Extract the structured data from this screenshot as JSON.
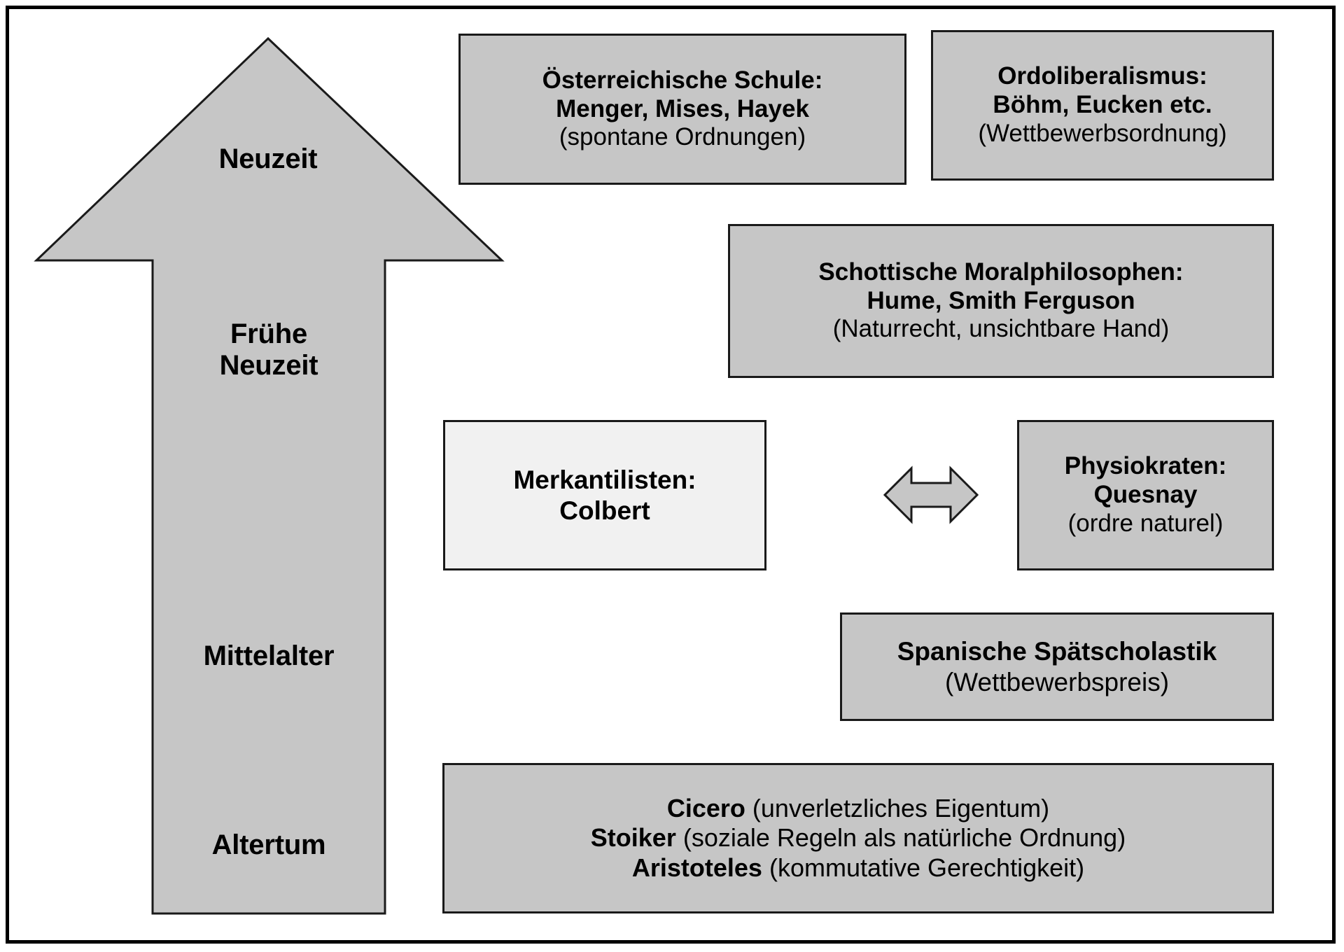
{
  "diagram": {
    "title_hidden": "",
    "colors": {
      "box_fill": "#c6c6c6",
      "box_fill_light": "#f1f1f1",
      "border": "#1a1a1a",
      "arrow_fill": "#c6c6c6",
      "page_bg": "#ffffff",
      "text": "#000000"
    }
  },
  "timeline_arrow": {
    "name": "upward-time-arrow",
    "direction": "up",
    "eras": [
      {
        "id": "neuzeit",
        "label": "Neuzeit"
      },
      {
        "id": "fruehe-neuzeit",
        "label": "Frühe\nNeuzeit"
      },
      {
        "id": "mittelalter",
        "label": "Mittelalter"
      },
      {
        "id": "altertum",
        "label": "Altertum"
      }
    ]
  },
  "boxes": {
    "oesterreichische_schule": {
      "line1": "Österreichische Schule:",
      "line2": "Menger, Mises, Hayek",
      "line3": "(spontane Ordnungen)"
    },
    "ordoliberalismus": {
      "line1": "Ordoliberalismus:",
      "line2": "Böhm, Eucken etc.",
      "line3": "(Wettbewerbsordnung)"
    },
    "schottische_moralphilosophen": {
      "line1": "Schottische Moralphilosophen:",
      "line2": "Hume, Smith Ferguson",
      "line3": "(Naturrecht, unsichtbare Hand)"
    },
    "merkantilisten": {
      "line1": "Merkantilisten:",
      "line2": "Colbert"
    },
    "physiokraten": {
      "line1": "Physiokraten:",
      "line2": "Quesnay",
      "line3": "(ordre naturel)"
    },
    "spanische_spaetscholastik": {
      "line1": "Spanische Spätscholastik",
      "line2": "(Wettbewerbspreis)"
    },
    "antike": {
      "row1_bold": "Cicero",
      "row1_rest": " (unverletzliches Eigentum)",
      "row2_bold": "Stoiker",
      "row2_rest": " (soziale Regeln als natürliche Ordnung)",
      "row3_bold": "Aristoteles",
      "row3_rest": " (kommutative Gerechtigkeit)"
    }
  },
  "connectors": {
    "merkantilisten_physiokraten": {
      "name": "double-headed-arrow",
      "glyph": "↔"
    }
  }
}
